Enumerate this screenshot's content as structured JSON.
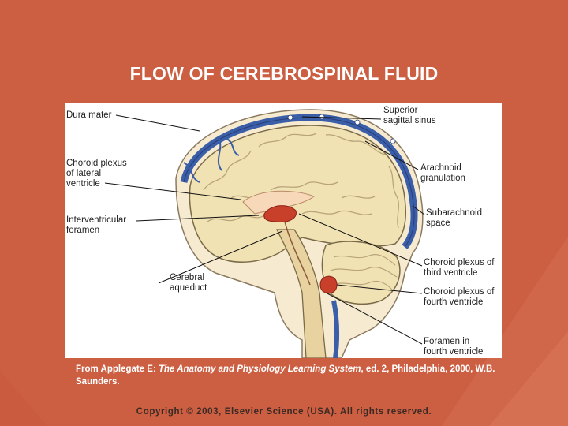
{
  "slide": {
    "title": "FLOW OF CEREBROSPINAL FLUID",
    "copyright": "Copyright © 2003, Elsevier Science (USA). All rights reserved.",
    "colors": {
      "background": "#cc5e42",
      "brain": "#f1e2b4",
      "dura": "#3a5ea8",
      "plexus": "#c8402a"
    }
  },
  "citation": {
    "prefix": "From Applegate E: ",
    "book": "The Anatomy and Physiology Learning System",
    "suffix": ", ed. 2, Philadelphia, 2000, W.B. Saunders."
  },
  "diagram": {
    "labels": {
      "dura_mater": "Dura mater",
      "choroid_lateral_1": "Choroid plexus",
      "choroid_lateral_2": "of lateral",
      "choroid_lateral_3": "ventricle",
      "interventricular_1": "Interventricular",
      "interventricular_2": "foramen",
      "cerebral_aqueduct_1": "Cerebral",
      "cerebral_aqueduct_2": "aqueduct",
      "superior_sinus_1": "Superior",
      "superior_sinus_2": "sagittal sinus",
      "arachnoid_1": "Arachnoid",
      "arachnoid_2": "granulation",
      "subarachnoid_1": "Subarachnoid",
      "subarachnoid_2": "space",
      "choroid_third_1": "Choroid plexus of",
      "choroid_third_2": "third ventricle",
      "choroid_fourth_1": "Choroid plexus of",
      "choroid_fourth_2": "fourth ventricle",
      "foramen_fourth_1": "Foramen in",
      "foramen_fourth_2": "fourth ventricle"
    }
  }
}
